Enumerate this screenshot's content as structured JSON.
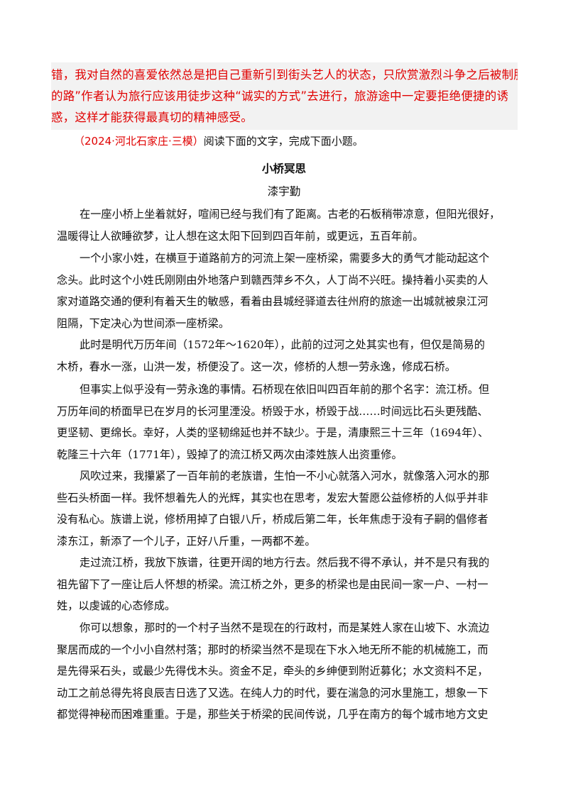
{
  "answer_lines": [
    "错，我对自然的喜爱依然总是把自己重新引到街头艺人的状态，只欣赏激烈斗争之后被制服",
    "的路”作者认为旅行应该用徒步这种“诚实的方式”去进行，旅游途中一定要拒绝便捷的诱",
    "惑，这样才能获得最真切的精神感受。"
  ],
  "source": {
    "label": "（2024·河北石家庄·三模）",
    "instruction": "阅读下面的文字，完成下面小题。"
  },
  "article": {
    "title": "小桥冥思",
    "author": "漆宇勤",
    "paragraphs": [
      [
        "在一座小桥上坐着就好，喧闹已经与我们有了距离。古老的石板稍带凉意，但阳光很好，",
        "温暖得让人欲睡欲梦，让人想在这太阳下回到四百年前，或更远，五百年前。"
      ],
      [
        "一个小家小姓，在横亘于道路前方的河流上架一座桥梁，需要多大的勇气才能动起这个",
        "念头。此时这个小姓氏刚刚由外地落户到赣西萍乡不久，人丁尚不兴旺。操持着小买卖的人",
        "家对道路交通的便利有着天生的敏感，看着由县城经驿道去往州府的旅途一出城就被泉江河",
        "阻隔，下定决心为世间添一座桥梁。"
      ],
      [
        "此时是明代万历年间（1572年～1620年），此前的过河之处其实也有，但仅是简易的",
        "木桥，春水一涨，山洪一发，桥便没了。这一次，修桥的人想一劳永逸，修成石桥。"
      ],
      [
        "但事实上似乎没有一劳永逸的事情。石桥现在依旧叫四百年前的那个名字：流江桥。但",
        "万历年间的桥面早已在岁月的长河里湮没。桥毁于水，桥毁于战……时间远比石头更残酷、",
        "更坚韧、更绵长。幸好，人类的坚韧绵延也并不缺少。于是，清康熙三十三年（1694年）、",
        "乾隆三十六年（1771年），毁掉了的流江桥又两次由漆姓族人出资重修。"
      ],
      [
        "风吹过来，我攥紧了一百年前的老族谱，生怕一不小心就落入河水，就像落入河水的那",
        "些石头桥面一样。我怀想着先人的光辉，其实也在思考，发宏大誓愿公益修桥的人似乎并非",
        "没有私心。族谱上说，修桥用掉了白银八斤，桥成后第二年，长年焦虑于没有子嗣的倡修者",
        "漆东江，新添了一个儿子，正好八斤重，一两都不差。"
      ],
      [
        "走过流江桥，我放下族谱，往更开阔的地方行去。然后我不得不承认，并不是只有我的",
        "祖先留下了一座让后人怀想的桥梁。流江桥之外，更多的桥梁也是由民间一家一户、一村一",
        "姓，以虔诚的心态修成。"
      ],
      [
        "你可以想象，那时的一个村子当然不是现在的行政村，而是某姓人家在山坡下、水流边",
        "聚居而成的一个小小自然村落；那时的桥梁当然不是现在下水入地无所不能的机械施工，而",
        "是先得采石头，或最少先得伐木头。资金不足，牵头的乡绅便到附近募化；水文资料不足，",
        "动工之前总得先将良辰吉日选了又选。在纯人力的时代，要在湍急的河水里施工，想象一下",
        "都觉得神秘而困难重重。于是，那些关于桥梁的民间传说，几乎在南方的每个城市地方文史"
      ]
    ]
  }
}
